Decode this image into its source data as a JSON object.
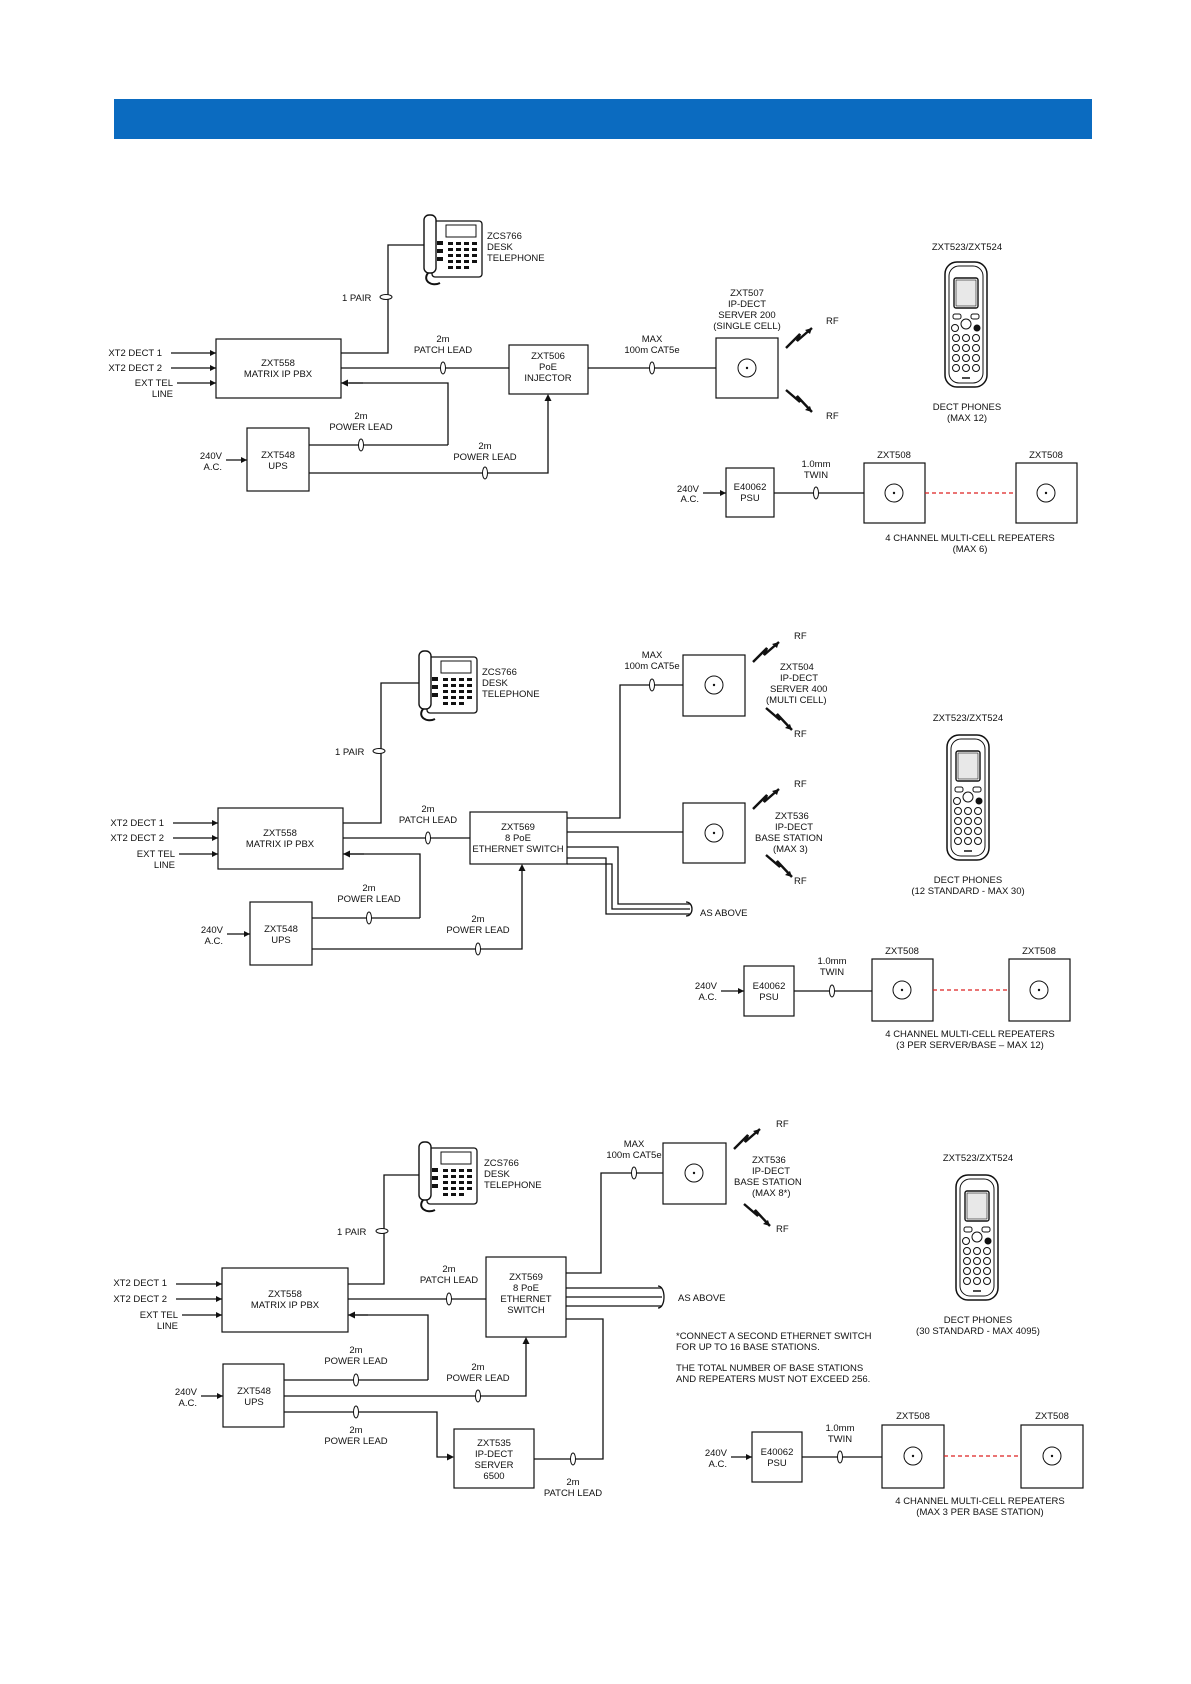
{
  "header": {
    "color": "#0b6bc0"
  },
  "common": {
    "xt2_dect1": "XT2 DECT 1",
    "xt2_dect2": "XT2 DECT 2",
    "ext_tel": "EXT TEL",
    "line": "LINE",
    "zxt558": "ZXT558",
    "matrix_ip_pbx": "MATRIX IP PBX",
    "v240": "240V",
    "ac": "A.C.",
    "zxt548": "ZXT548",
    "ups": "UPS",
    "one_pair": "1 PAIR",
    "zcs766": "ZCS766",
    "desk": "DESK",
    "telephone": "TELEPHONE",
    "two_m": "2m",
    "patch_lead": "PATCH LEAD",
    "power_lead": "POWER LEAD",
    "max": "MAX",
    "cat5e": "100m CAT5e",
    "rf": "RF",
    "handset_model": "ZXT523/ZXT524",
    "dect_phones": "DECT PHONES",
    "e40062": "E40062",
    "psu": "PSU",
    "mm10": "1.0mm",
    "twin": "TWIN",
    "zxt508": "ZXT508",
    "multicell": "4 CHANNEL MULTI-CELL REPEATERS",
    "as_above": "AS ABOVE"
  },
  "diagram1": {
    "injector": [
      "ZXT506",
      "PoE",
      "INJECTOR"
    ],
    "server": [
      "ZXT507",
      "IP-DECT",
      "SERVER 200",
      "(SINGLE CELL)"
    ],
    "phones_max": "(MAX 12)",
    "repeaters_max": "(MAX 6)"
  },
  "diagram2": {
    "switch": [
      "ZXT569",
      "8 PoE",
      "ETHERNET SWITCH"
    ],
    "server": [
      "ZXT504",
      "IP-DECT",
      "SERVER 400",
      "(MULTI CELL)"
    ],
    "base": [
      "ZXT536",
      "IP-DECT",
      "BASE STATION",
      "(MAX 3)"
    ],
    "phones_max": "(12 STANDARD - MAX 30)",
    "repeaters_max": "(3 PER SERVER/BASE – MAX 12)"
  },
  "diagram3": {
    "switch": [
      "ZXT569",
      "8 PoE",
      "ETHERNET",
      "SWITCH"
    ],
    "base": [
      "ZXT536",
      "IP-DECT",
      "BASE STATION",
      "(MAX 8*)"
    ],
    "server": [
      "ZXT535",
      "IP-DECT",
      "SERVER",
      "6500"
    ],
    "note1": "*CONNECT A SECOND ETHERNET SWITCH",
    "note2": "FOR UP TO 16 BASE STATIONS.",
    "note3": "THE TOTAL NUMBER OF BASE STATIONS",
    "note4": "AND REPEATERS MUST NOT EXCEED 256.",
    "phones_max": "(30 STANDARD - MAX 4095)",
    "repeaters_max": "(MAX 3 PER BASE STATION)"
  }
}
